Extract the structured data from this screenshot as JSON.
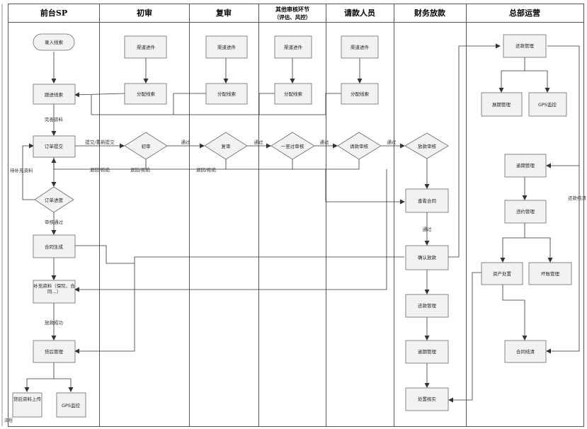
{
  "lanes": [
    {
      "id": "sp",
      "title": "前台SP"
    },
    {
      "id": "first",
      "title": "初审"
    },
    {
      "id": "second",
      "title": "复审"
    },
    {
      "id": "other",
      "title": "其他审核环节",
      "subtitle": "（评估、风控）"
    },
    {
      "id": "applicant",
      "title": "请款人员"
    },
    {
      "id": "finance",
      "title": "财务放款"
    },
    {
      "id": "hq",
      "title": "总部运营"
    }
  ],
  "side_label": "流程",
  "nodes": [
    {
      "id": "n_input",
      "label": "录入线索"
    },
    {
      "id": "n_track",
      "label": "跟进线索"
    },
    {
      "id": "n_submit",
      "label": "订单提交"
    },
    {
      "id": "n_progress",
      "label": "订单进度"
    },
    {
      "id": "n_contract",
      "label": "合同生成"
    },
    {
      "id": "n_supplement",
      "label": "补充资料（保险、合同...）"
    },
    {
      "id": "n_postloan",
      "label": "贷后管理"
    },
    {
      "id": "n_upload",
      "label": "贷后资料上传"
    },
    {
      "id": "n_gps_sp",
      "label": "GPS监控"
    },
    {
      "id": "n_ch1",
      "label": "渠道进件"
    },
    {
      "id": "n_as1",
      "label": "分配线索"
    },
    {
      "id": "n_first",
      "label": "初审"
    },
    {
      "id": "n_ch2",
      "label": "渠道进件"
    },
    {
      "id": "n_as2",
      "label": "分配线索"
    },
    {
      "id": "n_second",
      "label": "复审"
    },
    {
      "id": "n_ch3",
      "label": "渠道进件"
    },
    {
      "id": "n_as3",
      "label": "分配线索"
    },
    {
      "id": "n_pass_all",
      "label": "一至过审核"
    },
    {
      "id": "n_ch4",
      "label": "渠道进件"
    },
    {
      "id": "n_as4",
      "label": "分配线索"
    },
    {
      "id": "n_req_review",
      "label": "请款审核"
    },
    {
      "id": "n_loan_review",
      "label": "放款审核"
    },
    {
      "id": "n_view_contract",
      "label": "查看合同"
    },
    {
      "id": "n_confirm",
      "label": "确认放款"
    },
    {
      "id": "n_repay_fin",
      "label": "还款管理"
    },
    {
      "id": "n_overdue_fin",
      "label": "逾期管理"
    },
    {
      "id": "n_dispose",
      "label": "处置核实"
    },
    {
      "id": "n_repay_hq",
      "label": "还款管理"
    },
    {
      "id": "n_extend",
      "label": "展期管理"
    },
    {
      "id": "n_gps_hq",
      "label": "GPS监控"
    },
    {
      "id": "n_overdue_hq",
      "label": "逾期管理"
    },
    {
      "id": "n_odue_hq",
      "label": "违约管理"
    },
    {
      "id": "n_asset",
      "label": "资产处置"
    },
    {
      "id": "n_baddebt",
      "label": "坏账管理"
    },
    {
      "id": "n_settle",
      "label": "合同结清"
    }
  ],
  "edge_labels": {
    "complete_info": "完善资料",
    "submit_resubmit": "提交/重新提交",
    "pass1": "通过",
    "pass2": "通过",
    "pass3": "通过",
    "pass4": "通过",
    "pass5": "通过",
    "reject1": "退回/拒绝",
    "reject2": "退回/拒绝",
    "reject3": "退回/拒绝",
    "pending_info": "待补充资料",
    "review_passed": "审核通过",
    "loan_success": "放款成功",
    "repay_settle": "还款结清"
  },
  "colors": {
    "border": "#555555",
    "node_fill": "#f2f2f2",
    "node_stroke": "#6a6a6a",
    "arrow": "#333333",
    "header_bg": "#ffffff"
  }
}
